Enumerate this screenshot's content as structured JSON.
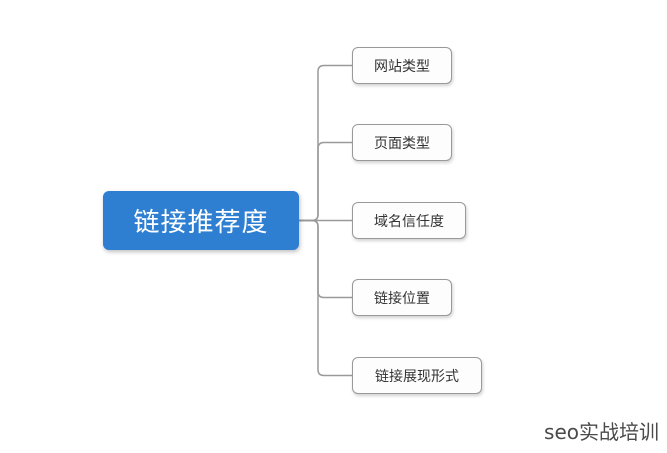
{
  "diagram": {
    "root": {
      "label": "链接推荐度"
    },
    "children": [
      {
        "label": "网站类型"
      },
      {
        "label": "页面类型"
      },
      {
        "label": "域名信任度"
      },
      {
        "label": "链接位置"
      },
      {
        "label": "链接展现形式"
      }
    ],
    "watermark": "seo实战培训",
    "colors": {
      "root_bg": "#2E7FD1",
      "root_text": "#FFFFFF",
      "node_bg": "#FDFDFD",
      "node_border": "#999999",
      "node_text": "#333333",
      "connector": "#999999",
      "watermark_text": "#4A4A4A"
    }
  }
}
